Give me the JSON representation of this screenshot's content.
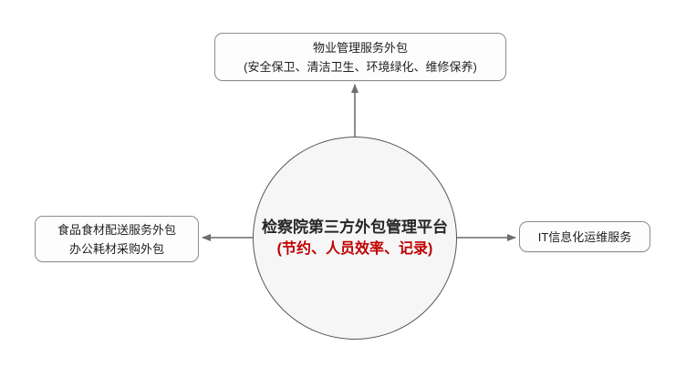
{
  "diagram": {
    "center_circle": {
      "title": "检察院第三方外包管理平台",
      "subtitle": "(节约、人员效率、记录)"
    },
    "top_box": {
      "line1": "物业管理服务外包",
      "line2": "(安全保卫、清洁卫生、环境绿化、维修保养)"
    },
    "left_box": {
      "line1": "食品食材配送服务外包",
      "line2": "办公耗材采购外包"
    },
    "right_box": {
      "line1": "IT信息化运维服务"
    },
    "colors": {
      "subtitle_red": "#c00000",
      "circle_fill": "#f6f6f6",
      "circle_border": "#595959",
      "box_border": "#8c8c8c",
      "arrow_gray": "#7f7f7f",
      "text_dark": "#1f1f1f"
    }
  }
}
